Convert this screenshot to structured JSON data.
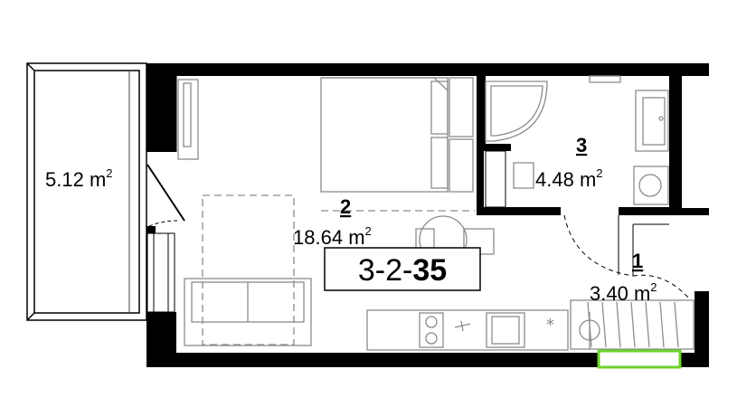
{
  "plan": {
    "unit_code": {
      "prefix": "3-2-",
      "suffix": "35"
    },
    "rooms": [
      {
        "id": "balcony",
        "number": "",
        "area": "5.12",
        "unit": "m",
        "exp": "2"
      },
      {
        "id": "living",
        "number": "2",
        "area": "18.64",
        "unit": "m",
        "exp": "2"
      },
      {
        "id": "bathroom",
        "number": "3",
        "area": "4.48",
        "unit": "m",
        "exp": "2"
      },
      {
        "id": "hallway",
        "number": "1",
        "area": "3.40",
        "unit": "m",
        "exp": "2"
      }
    ],
    "colors": {
      "wall": "#000000",
      "furniture": "#8c8c8c",
      "entrance": "#6cd12a"
    }
  }
}
